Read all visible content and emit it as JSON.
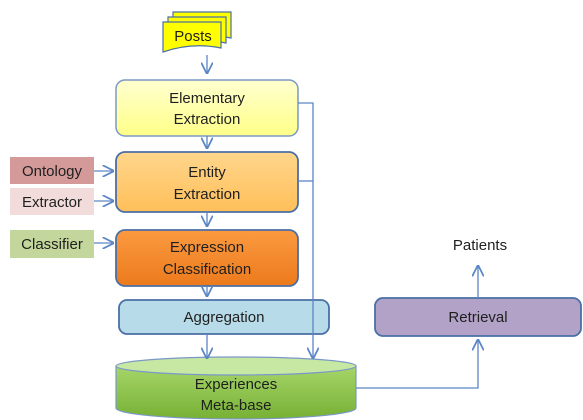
{
  "nodes": {
    "posts": "Posts",
    "elementary": [
      "Elementary",
      "Extraction"
    ],
    "entity": [
      "Entity",
      "Extraction"
    ],
    "expression": [
      "Expression",
      "Classification"
    ],
    "aggregation": "Aggregation",
    "experiences": [
      "Experiences",
      "Meta-base"
    ],
    "retrieval": "Retrieval",
    "patients": "Patients",
    "ontology": "Ontology",
    "extractor": "Extractor",
    "classifier": "Classifier"
  },
  "colors": {
    "posts": "#ffff00",
    "elementary": "#ffff99",
    "entity": "#ffc66b",
    "expression": "#f58a2e",
    "aggregation": "#b7dbe8",
    "experiences": "#92c84f",
    "retrieval": "#b3a2c7",
    "ontology": "#d49a9a",
    "extractor": "#f2dcdb",
    "classifier": "#c3d69b",
    "arrow": "#5b86c5"
  }
}
